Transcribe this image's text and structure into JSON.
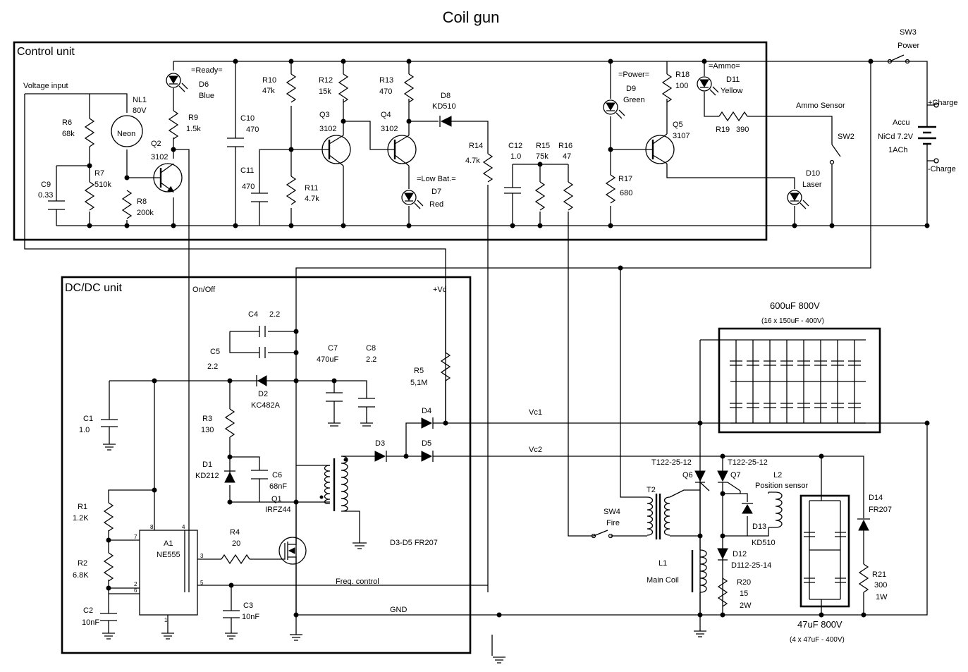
{
  "title": "Coil gun",
  "sections": {
    "control": "Control unit",
    "dcdc": "DC/DC unit"
  },
  "labels": {
    "voltage_input": "Voltage input",
    "nl1": "NL1",
    "nl1_val": "80V",
    "neon": "Neon",
    "r6": "R6",
    "r6_val": "68k",
    "r7": "R7",
    "r7_val": "510k",
    "r8": "R8",
    "r8_val": "200k",
    "c9": "C9",
    "c9_val": "0.33",
    "q2": "Q2",
    "q2_val": "3102",
    "d6_ready": "=Ready=",
    "d6": "D6",
    "d6_val": "Blue",
    "r9": "R9",
    "r9_val": "1.5k",
    "c10": "C10",
    "c10_val": "470",
    "c11": "C11",
    "c11_val": "470",
    "r10": "R10",
    "r10_val": "47k",
    "r11": "R11",
    "r11_val": "4.7k",
    "r12": "R12",
    "r12_val": "15k",
    "q3": "Q3",
    "q3_val": "3102",
    "r13": "R13",
    "r13_val": "470",
    "q4": "Q4",
    "q4_val": "3102",
    "d8": "D8",
    "d8_val": "KD510",
    "d7_low": "=Low Bat.=",
    "d7": "D7",
    "d7_val": "Red",
    "r14": "R14",
    "r14_val": "4.7k",
    "c12": "C12",
    "c12_val": "1.0",
    "r15": "R15",
    "r15_val": "75k",
    "r16": "R16",
    "r16_val": "47",
    "d9_power": "=Power=",
    "d9": "D9",
    "d9_val": "Green",
    "r17": "R17",
    "r17_val": "680",
    "r18": "R18",
    "r18_val": "100",
    "d11_ammo": "=Ammo=",
    "d11": "D11",
    "d11_val": "Yellow",
    "r19": "R19",
    "r19_val": "390",
    "q5": "Q5",
    "q5_val": "3107",
    "ammo_sensor": "Ammo Sensor",
    "sw2": "SW2",
    "d10": "D10",
    "d10_val": "Laser",
    "sw3": "SW3",
    "sw3_val": "Power",
    "accu": "Accu",
    "accu_type": "NiCd 7.2V",
    "accu_cap": "1ACh",
    "charge_plus": "+Charge",
    "charge_minus": "-Charge",
    "on_off": "On/Off",
    "vc_plus": "+Vc",
    "c4": "C4",
    "c4_val": "2.2",
    "c5": "C5",
    "c5_val": "2.2",
    "c7": "C7",
    "c7_val": "470uF",
    "c8": "C8",
    "c8_val": "2.2",
    "d2": "D2",
    "d2_val": "KC482A",
    "r5": "R5",
    "r5_val": "5,1M",
    "c1": "C1",
    "c1_val": "1.0",
    "r3": "R3",
    "r3_val": "130",
    "d1": "D1",
    "d1_val": "KD212",
    "c6": "C6",
    "c6_val": "68nF",
    "d3": "D3",
    "d4": "D4",
    "d5": "D5",
    "vc1": "Vc1",
    "vc2": "Vc2",
    "r1": "R1",
    "r1_val": "1.2K",
    "r2": "R2",
    "r2_val": "6.8K",
    "c2": "C2",
    "c2_val": "10nF",
    "a1": "A1",
    "a1_val": "NE555",
    "pin8": "8",
    "pin4": "4",
    "pin7": "7",
    "pin3": "3",
    "pin2": "2",
    "pin6": "6",
    "pin5": "5",
    "pin1": "1",
    "r4": "R4",
    "r4_val": "20",
    "q1": "Q1",
    "q1_val": "IRFZ44",
    "c3": "C3",
    "c3_val": "10nF",
    "d3d5": "D3-D5  FR207",
    "freq": "Freq. control",
    "gnd": "GND",
    "bank_big": "600uF    800V",
    "bank_big_sub": "(16 x 150uF - 400V)",
    "bank_small": "47uF    800V",
    "bank_small_sub": "(4 x 47uF - 400V)",
    "t122a": "T122-25-12",
    "q6": "Q6",
    "t122b": "T122-25-12",
    "q7": "Q7",
    "l2": "L2",
    "l2_val": "Position sensor",
    "t2": "T2",
    "sw4": "SW4",
    "sw4_val": "Fire",
    "d13": "D13",
    "d13_val": "KD510",
    "d12": "D12",
    "d12_val": "D112-25-14",
    "l1": "L1",
    "l1_val": "Main Coil",
    "r20": "R20",
    "r20_val": "15",
    "r20_w": "2W",
    "d14": "D14",
    "d14_val": "FR207",
    "r21": "R21",
    "r21_val": "300",
    "r21_w": "1W"
  }
}
